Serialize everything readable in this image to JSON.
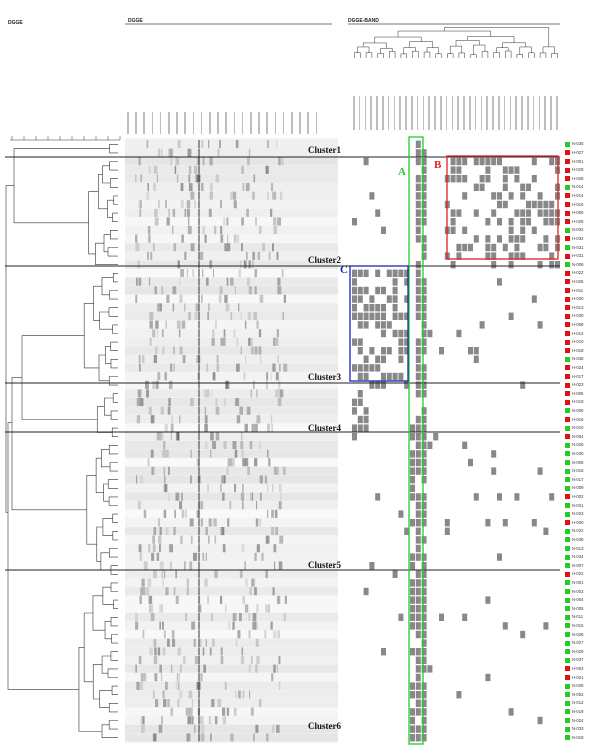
{
  "header": {
    "left_label": "DGGE",
    "gel_label": "DGGE",
    "band_label": "DGGE-BAND"
  },
  "clusters": [
    "Cluster1",
    "Cluster2",
    "Cluster3",
    "Cluster4",
    "Cluster5",
    "Cluster6"
  ],
  "boxes": {
    "A": {
      "label": "A",
      "color": "#22cc22"
    },
    "B": {
      "label": "B",
      "color": "#dd2222"
    },
    "C": {
      "label": "C",
      "color": "#2222bb"
    }
  },
  "colors": {
    "red_badge": "#dd1111",
    "green_badge": "#22cc22",
    "band_cell": "#888888"
  },
  "samples": [
    {
      "id": "N-035",
      "color": "green"
    },
    {
      "id": "H-027",
      "color": "red"
    },
    {
      "id": "H-001",
      "color": "red"
    },
    {
      "id": "H-029",
      "color": "red"
    },
    {
      "id": "H-028",
      "color": "red"
    },
    {
      "id": "N-014",
      "color": "green"
    },
    {
      "id": "H-014",
      "color": "red"
    },
    {
      "id": "H-015",
      "color": "red"
    },
    {
      "id": "H-005",
      "color": "red"
    },
    {
      "id": "H-025",
      "color": "red"
    },
    {
      "id": "N-032",
      "color": "green"
    },
    {
      "id": "H-032",
      "color": "red"
    },
    {
      "id": "N-031",
      "color": "green"
    },
    {
      "id": "H-031",
      "color": "red"
    },
    {
      "id": "N-006",
      "color": "green"
    },
    {
      "id": "H-022",
      "color": "red"
    },
    {
      "id": "H-026",
      "color": "red"
    },
    {
      "id": "H-011",
      "color": "red"
    },
    {
      "id": "H-020",
      "color": "red"
    },
    {
      "id": "H-013",
      "color": "red"
    },
    {
      "id": "H-030",
      "color": "red"
    },
    {
      "id": "H-008",
      "color": "red"
    },
    {
      "id": "H-012",
      "color": "red"
    },
    {
      "id": "H-010",
      "color": "red"
    },
    {
      "id": "H-018",
      "color": "red"
    },
    {
      "id": "N-036",
      "color": "green"
    },
    {
      "id": "H-024",
      "color": "red"
    },
    {
      "id": "H-017",
      "color": "red"
    },
    {
      "id": "H-023",
      "color": "red"
    },
    {
      "id": "H-006",
      "color": "red"
    },
    {
      "id": "H-019",
      "color": "red"
    },
    {
      "id": "N-006",
      "color": "green"
    },
    {
      "id": "H-016",
      "color": "red"
    },
    {
      "id": "N-010",
      "color": "green"
    },
    {
      "id": "N-004",
      "color": "red"
    },
    {
      "id": "N-025",
      "color": "green"
    },
    {
      "id": "N-030",
      "color": "green"
    },
    {
      "id": "N-006",
      "color": "green"
    },
    {
      "id": "N-016",
      "color": "green"
    },
    {
      "id": "N-017",
      "color": "green"
    },
    {
      "id": "N-009",
      "color": "green"
    },
    {
      "id": "H-002",
      "color": "red"
    },
    {
      "id": "N-021",
      "color": "green"
    },
    {
      "id": "N-023",
      "color": "green"
    },
    {
      "id": "H-000",
      "color": "red"
    },
    {
      "id": "N-022",
      "color": "green"
    },
    {
      "id": "N-038",
      "color": "green"
    },
    {
      "id": "N-013",
      "color": "green"
    },
    {
      "id": "N-034",
      "color": "green"
    },
    {
      "id": "N-007",
      "color": "green"
    },
    {
      "id": "H-022",
      "color": "red"
    },
    {
      "id": "N-001",
      "color": "green"
    },
    {
      "id": "N-003",
      "color": "green"
    },
    {
      "id": "N-004",
      "color": "green"
    },
    {
      "id": "N-005",
      "color": "green"
    },
    {
      "id": "N-011",
      "color": "green"
    },
    {
      "id": "N-015",
      "color": "green"
    },
    {
      "id": "N-026",
      "color": "green"
    },
    {
      "id": "N-027",
      "color": "green"
    },
    {
      "id": "N-029",
      "color": "green"
    },
    {
      "id": "N-037",
      "color": "green"
    },
    {
      "id": "H-003",
      "color": "red"
    },
    {
      "id": "H-021",
      "color": "red"
    },
    {
      "id": "N-028",
      "color": "green"
    },
    {
      "id": "N-002",
      "color": "green"
    },
    {
      "id": "N-012",
      "color": "green"
    },
    {
      "id": "N-019",
      "color": "green"
    },
    {
      "id": "N-024",
      "color": "green"
    },
    {
      "id": "N-033",
      "color": "green"
    },
    {
      "id": "N-018",
      "color": "green"
    }
  ]
}
